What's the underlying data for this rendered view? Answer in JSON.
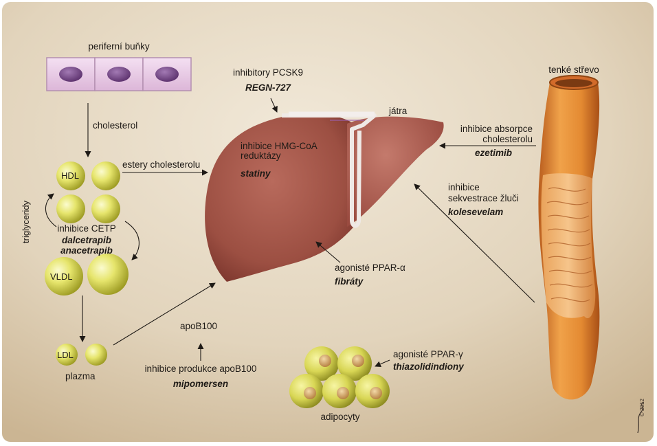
{
  "labels": {
    "peripheral_cells": "periferní buňky",
    "cholesterol": "cholesterol",
    "hdl": "HDL",
    "cholesterol_esters": "estery cholesterolu",
    "triglycerides": "triglyceridy",
    "cetp_inhibition": "inhibice CETP",
    "dalcetrapib": "dalcetrapib",
    "anacetrapib": "anacetrapib",
    "vldl": "VLDL",
    "ldl": "LDL",
    "plasma": "plazma",
    "pcsk9_inhibitors": "inhibitory PCSK9",
    "regn727": "REGN-727",
    "liver": "játra",
    "hmgcoa_line1": "inhibice HMG-CoA",
    "hmgcoa_line2": "reduktázy",
    "statins": "statiny",
    "ppar_alpha": "agonisté PPAR-α",
    "fibrates": "fibráty",
    "apob100": "apoB100",
    "apob_production_inhibition": "inhibice produkce apoB100",
    "mipomersen": "mipomersen",
    "ppar_gamma": "agonisté PPAR-γ",
    "thiazolidinediones": "thiazolidindiony",
    "adipocytes": "adipocyty",
    "small_intestine": "tenké střevo",
    "absorption_line1": "inhibice absorpce",
    "absorption_line2": "cholesterolu",
    "ezetimibe": "ezetimib",
    "bile_line1": "inhibice",
    "bile_line2": "sekvestrace žluči",
    "colesevelam": "kolesevelam"
  },
  "signature": {
    "copyright": "© 2012"
  },
  "colors": {
    "background": "#e3d6bf",
    "liver": "#a85a4c",
    "lipoprotein": "#e4e36a",
    "cell": "#e8c8e6",
    "nucleus": "#7a4a8c",
    "intestine": "#e08a35",
    "adipocyte_nucleus": "#d9a55a"
  }
}
